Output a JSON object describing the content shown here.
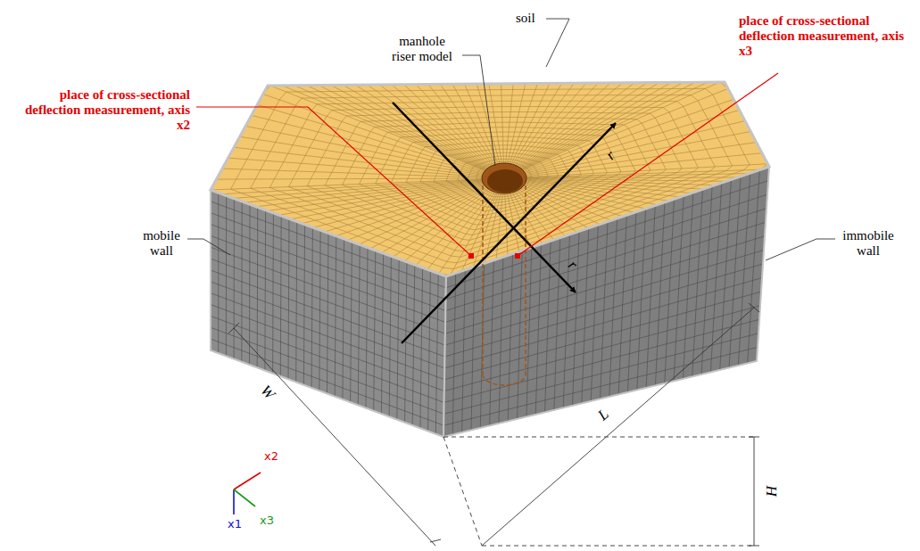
{
  "diagram": {
    "labels": [
      "soil",
      "manhole riser model",
      "place of cross-sectional deflection measurement, axis x2",
      "place of cross-sectional deflection measurement, axis x3",
      "mobile wall",
      "immobile wall",
      "W",
      "L",
      "H",
      "x2",
      "x3",
      "x1",
      "r",
      "r"
    ]
  }
}
